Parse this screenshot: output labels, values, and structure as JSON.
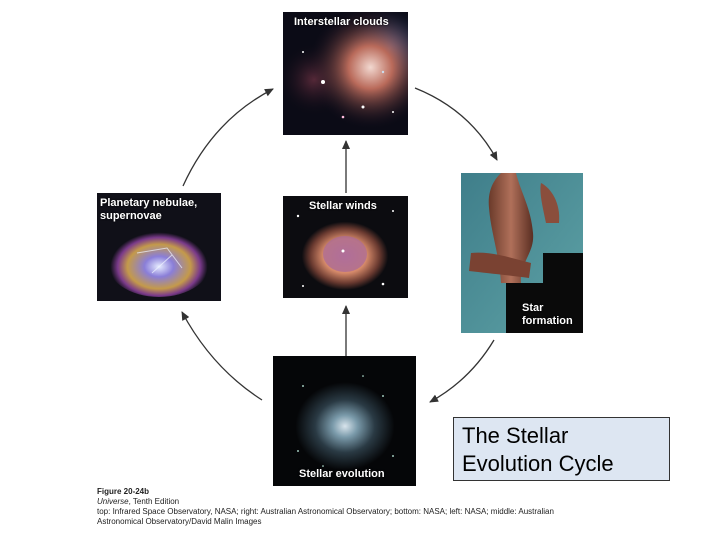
{
  "panels": {
    "interstellar_clouds": "Interstellar clouds",
    "star_formation": "Star formation",
    "star_formation_line1": "Star",
    "star_formation_line2": "formation",
    "stellar_evolution": "Stellar evolution",
    "stellar_winds": "Stellar winds",
    "planetary_line1": "Planetary nebulae,",
    "planetary_line2": "supernovae"
  },
  "callout": {
    "line1": "The Stellar",
    "line2": "Evolution Cycle"
  },
  "caption": {
    "figure": "Figure 20-24b",
    "book_title": "Universe",
    "edition": ", Tenth Edition",
    "credits_line1": "top: Infrared Space Observatory, NASA; right: Australian Astronomical Observatory; bottom: NASA; left: NASA; middle: Australian",
    "credits_line2": "Astronomical Observatory/David Malin Images"
  }
}
